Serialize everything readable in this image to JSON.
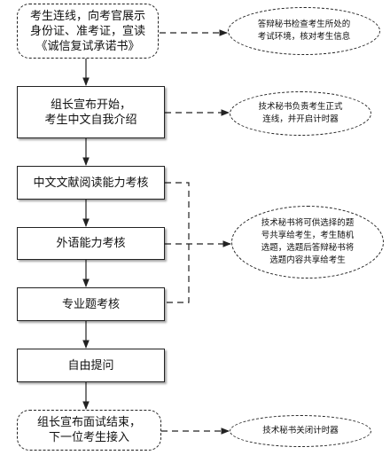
{
  "step1": [
    "考生连线，向考官展示",
    "身份证、准考证，宣读",
    "《诚信复试承诺书》"
  ],
  "step2": [
    "组长宣布开始，",
    "考生中文自我介绍"
  ],
  "step3": "中文文献阅读能力考核",
  "step4": "外语能力考核",
  "step5": "专业题考核",
  "step6": "自由提问",
  "step7": [
    "组长宣布面试结束，",
    "下一位考生接入"
  ],
  "note1": [
    "答辩秘书检查考生所处的",
    "考试环境，核对考生信息"
  ],
  "note2": [
    "技术秘书负责考生正式",
    "连线，并开启计时器"
  ],
  "note3": [
    "技术秘书将可供选择的题",
    "号共享给考生，考生随机",
    "选题，选题后答辩秘书将",
    "选题内容共享给考生"
  ],
  "note4": "技术秘书关闭计时器"
}
